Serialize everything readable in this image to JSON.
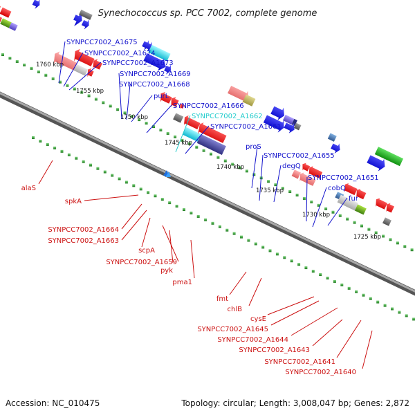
{
  "title": "Synechococcus sp. PCC 7002, complete genome",
  "footer": {
    "accession": "Accession: NC_010475",
    "summary": "Topology: circular; Length: 3,008,047 bp; Genes: 2,872"
  },
  "ticks": [
    "1760 kbp",
    "1755 kbp",
    "1750 kbp",
    "1745 kbp",
    "1740 kbp",
    "1735 kbp",
    "1730 kbp",
    "1725 kbp"
  ],
  "labels_forward": [
    "SYNPCC7002_A1675",
    "SYNPCC7002_A1674",
    "SYNPCC7002_A1673",
    "SYNPCC7002_A1669",
    "SYNPCC7002_A1668",
    "purL",
    "SYNPCC7002_A1666",
    "SYNPCC7002_A1662",
    "SYNPCC7002_A1661",
    "proS",
    "SYNPCC7002_A1655",
    "degQ",
    "SYNPCC7002_A1651",
    "cobQ",
    "fur"
  ],
  "labels_reverse": [
    "alaS",
    "spkA",
    "SYNPCC7002_A1664",
    "SYNPCC7002_A1663",
    "scpA",
    "SYNPCC7002_A1659",
    "pyk",
    "pma1",
    "fmt",
    "chlB",
    "cysE",
    "SYNPCC7002_A1645",
    "SYNPCC7002_A1644",
    "SYNPCC7002_A1643",
    "SYNPCC7002_A1641",
    "SYNPCC7002_A1640"
  ],
  "colors": {
    "forward_label": "#1111cc",
    "highlight_label": "#22cccc",
    "reverse_label": "#cc1111",
    "backbone": "#8a8a8a",
    "dots": "#2a9a2a"
  }
}
